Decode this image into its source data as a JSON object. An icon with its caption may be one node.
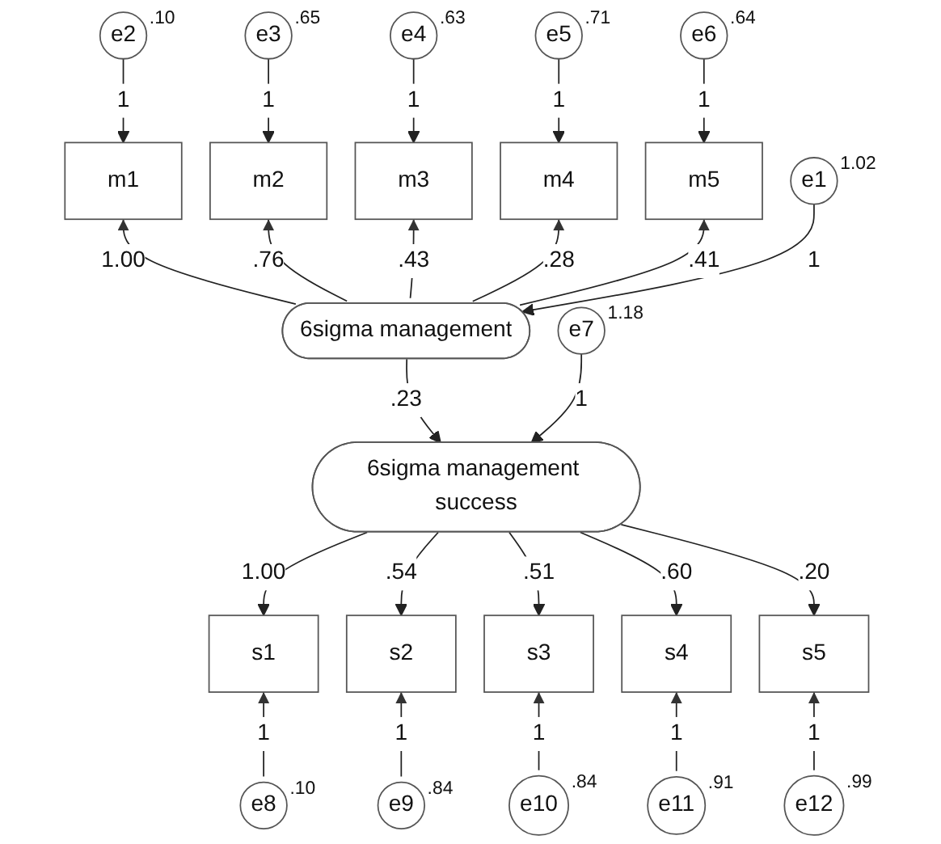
{
  "diagram": {
    "nodes": [
      {
        "text": [
          "e2"
        ],
        "beside": [
          ".10"
        ]
      },
      {
        "text": [
          "e3"
        ],
        "beside": [
          ".65"
        ]
      },
      {
        "text": [
          "e4"
        ],
        "beside": [
          ".63"
        ]
      },
      {
        "text": [
          "e5"
        ],
        "beside": [
          ".71"
        ]
      },
      {
        "text": [
          "e6"
        ],
        "beside": [
          ".64"
        ]
      },
      {
        "text": [
          "m1"
        ]
      },
      {
        "text": [
          "m2"
        ]
      },
      {
        "text": [
          "m3"
        ]
      },
      {
        "text": [
          "m4"
        ]
      },
      {
        "text": [
          "m5"
        ]
      },
      {
        "text": [
          "6sigma management"
        ]
      },
      {
        "text": [
          "e1"
        ],
        "beside": [
          "1.02"
        ]
      },
      {
        "text": [
          "6sigma management success"
        ]
      },
      {
        "text": [
          "e7"
        ],
        "beside": [
          "1.18"
        ]
      },
      {
        "text": [
          "s1"
        ]
      },
      {
        "text": [
          "s2"
        ]
      },
      {
        "text": [
          "s3"
        ]
      },
      {
        "text": [
          "s4"
        ]
      },
      {
        "text": [
          "s5"
        ]
      },
      {
        "text": [
          "e8"
        ],
        "beside": [
          ".10"
        ]
      },
      {
        "text": [
          "e9"
        ],
        "beside": [
          ".84"
        ]
      },
      {
        "text": [
          "e10"
        ],
        "beside": [
          ".84"
        ]
      },
      {
        "text": [
          "e11"
        ],
        "beside": [
          ".91"
        ]
      },
      {
        "text": [
          "e12"
        ],
        "beside": [
          ".99"
        ]
      }
    ],
    "edges": [
      {
        "from": 0,
        "to": 5,
        "arrow": "to",
        "label": "1"
      },
      {
        "from": 1,
        "to": 6,
        "arrow": "to",
        "label": "1"
      },
      {
        "from": 2,
        "to": 7,
        "arrow": "to",
        "label": "1"
      },
      {
        "from": 3,
        "to": 8,
        "arrow": "to",
        "label": "1"
      },
      {
        "from": 4,
        "to": 9,
        "arrow": "to",
        "label": "1"
      },
      {
        "from": 10,
        "to": 5,
        "arrow": "to",
        "label": "1.00"
      },
      {
        "from": 10,
        "to": 6,
        "arrow": "to",
        "label": ".76"
      },
      {
        "from": 10,
        "to": 7,
        "arrow": "to",
        "label": ".43"
      },
      {
        "from": 10,
        "to": 8,
        "arrow": "to",
        "label": ".28"
      },
      {
        "from": 10,
        "to": 9,
        "arrow": "to",
        "label": ".41"
      },
      {
        "from": 11,
        "to": 10,
        "arrow": "to",
        "label": "1"
      },
      {
        "from": 10,
        "to": 12,
        "arrow": "to",
        "label": ".23"
      },
      {
        "from": 13,
        "to": 12,
        "arrow": "to",
        "label": "1"
      },
      {
        "from": 12,
        "to": 14,
        "arrow": "to",
        "label": "1.00"
      },
      {
        "from": 12,
        "to": 15,
        "arrow": "to",
        "label": ".54"
      },
      {
        "from": 12,
        "to": 16,
        "arrow": "to",
        "label": ".51"
      },
      {
        "from": 12,
        "to": 17,
        "arrow": "to",
        "label": ".60"
      },
      {
        "from": 12,
        "to": 18,
        "arrow": "to",
        "label": ".20"
      },
      {
        "from": 19,
        "to": 14,
        "arrow": "to",
        "label": "1"
      },
      {
        "from": 20,
        "to": 15,
        "arrow": "to",
        "label": "1"
      },
      {
        "from": 21,
        "to": 16,
        "arrow": "to",
        "label": "1"
      },
      {
        "from": 22,
        "to": 17,
        "arrow": "to",
        "label": "1"
      },
      {
        "from": 23,
        "to": 18,
        "arrow": "to",
        "label": "1"
      }
    ]
  }
}
